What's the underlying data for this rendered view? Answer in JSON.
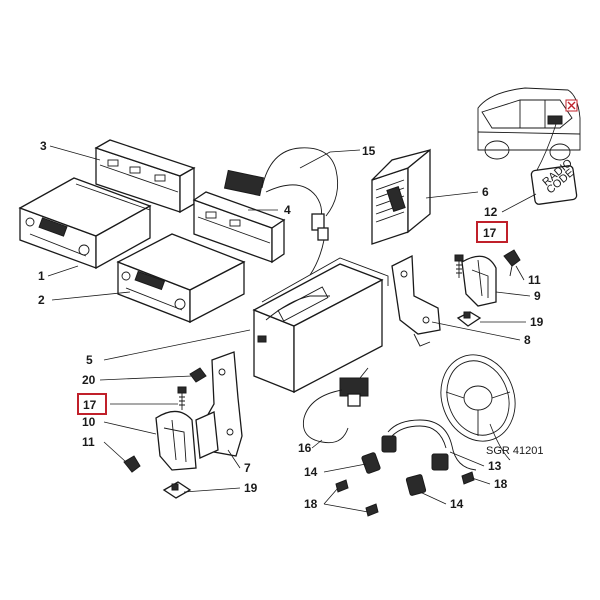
{
  "labels": {
    "l3": "3",
    "l1": "1",
    "l2": "2",
    "l4": "4",
    "l15": "15",
    "l6": "6",
    "l12": "12",
    "l17_right": "17",
    "l11_right": "11",
    "l9": "9",
    "l19_right": "19",
    "l8": "8",
    "l5": "5",
    "l20": "20",
    "l17_left": "17",
    "l10": "10",
    "l11_left": "11",
    "l7": "7",
    "l19_left": "19",
    "l16": "16",
    "l14_left": "14",
    "l18_left": "18",
    "l14_right": "14",
    "l13": "13",
    "l18_right": "18",
    "drawing_code": "SGR 41201"
  },
  "card": {
    "line1": "RADIO",
    "line2": "CODE"
  },
  "colors": {
    "highlight": "#c0202a",
    "ink": "#1a1a1a",
    "background": "#ffffff"
  },
  "icons": {
    "close": "close-icon"
  }
}
